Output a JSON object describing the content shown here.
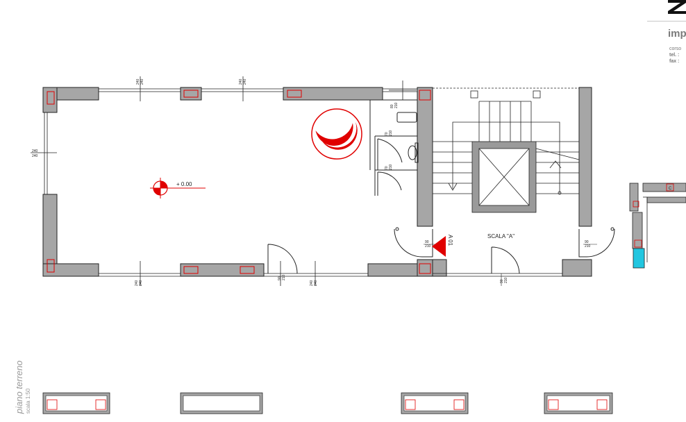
{
  "title_block": {
    "company": "imp",
    "address_label": "corso",
    "tel_label": "tel. :",
    "fax_label": "fax :"
  },
  "drawing": {
    "caption": "piano terreno",
    "scale": "scala 1:50",
    "level_mark": "+ 0.00",
    "staircase_label": "SCALA \"A\"",
    "section_mark": "A 01",
    "room_label": "C"
  },
  "dimensions": {
    "opening_240": [
      "240",
      "240"
    ],
    "door_80": [
      "80",
      "210"
    ],
    "door_70": [
      "70",
      "210"
    ],
    "door_90": [
      "90",
      "210"
    ],
    "window_90": [
      "90",
      "210"
    ]
  },
  "colors": {
    "wall_fill": "#a6a6a6",
    "wall_stroke": "#222222",
    "marker_red": "#e00000",
    "cyan_element": "#22c6e0",
    "hatch_gray": "#9a9a9a"
  }
}
